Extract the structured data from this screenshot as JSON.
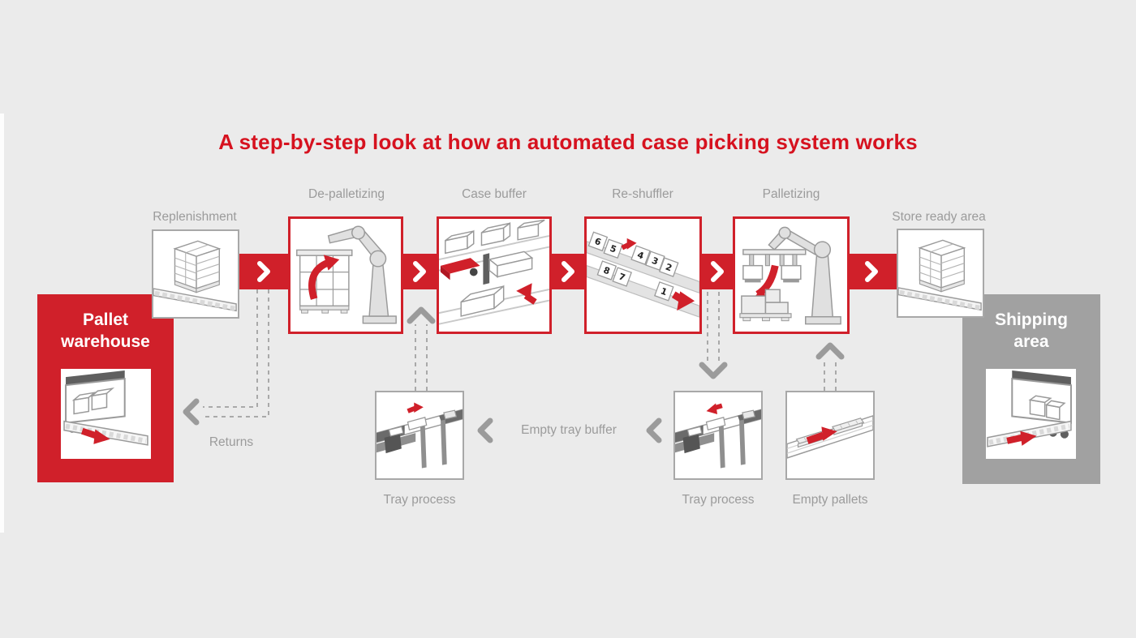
{
  "title": "A step-by-step look at how an automated case picking system works",
  "colors": {
    "background": "#ebebeb",
    "accent_red": "#d0202a",
    "title_red": "#d6121f",
    "label_gray": "#9b9b9b",
    "shipping_gray": "#a1a1a1",
    "dash_gray": "#a9a9a9"
  },
  "flow": {
    "pallet_warehouse": {
      "label": "Pallet\nwarehouse"
    },
    "replenishment": {
      "label": "Replenishment"
    },
    "de_palletizing": {
      "label": "De-palletizing"
    },
    "case_buffer": {
      "label": "Case buffer"
    },
    "re_shuffler": {
      "label": "Re-shuffler",
      "numbers": [
        "6",
        "5",
        "4",
        "3",
        "2",
        "8",
        "7",
        "1"
      ]
    },
    "palletizing": {
      "label": "Palletizing"
    },
    "store_ready": {
      "label": "Store ready area"
    },
    "shipping_area": {
      "label": "Shipping\narea"
    }
  },
  "returns": {
    "label": "Returns"
  },
  "tray_process_left": {
    "label": "Tray process"
  },
  "empty_tray_buffer": {
    "label": "Empty tray buffer"
  },
  "tray_process_right": {
    "label": "Tray process"
  },
  "empty_pallets": {
    "label": "Empty pallets"
  }
}
